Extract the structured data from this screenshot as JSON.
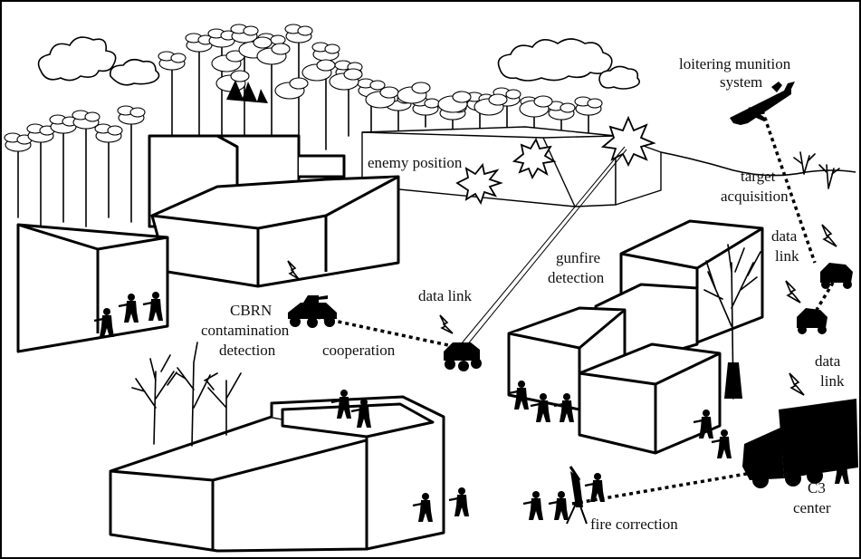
{
  "labels": {
    "loitering_munition": [
      "loitering munition",
      "system"
    ],
    "enemy_position": "enemy position",
    "target_acquisition": [
      "target",
      "acquisition"
    ],
    "data_link_right_top": [
      "data",
      "link"
    ],
    "gunfire_detection": [
      "gunfire",
      "detection"
    ],
    "cbrn": [
      "CBRN",
      "contamination",
      "detection"
    ],
    "data_link_center": "data link",
    "cooperation": "cooperation",
    "data_link_right_bottom": [
      "data",
      "link"
    ],
    "c3_center": [
      "C3",
      "center"
    ],
    "fire_correction": "fire correction"
  }
}
